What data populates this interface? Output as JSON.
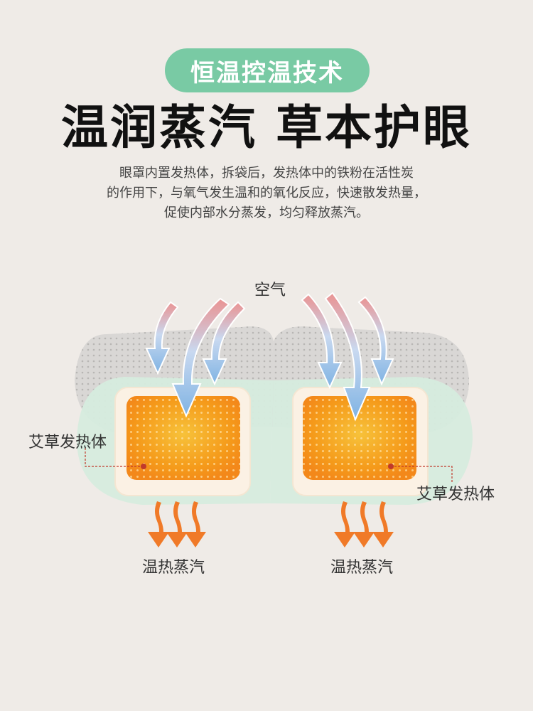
{
  "badge": {
    "text": "恒温控温技术",
    "color": "#79caa4"
  },
  "headline": "温润蒸汽 草本护眼",
  "description": {
    "lines": [
      "眼罩内置发热体，拆袋后，发热体中的铁粉在活性炭",
      "的作用下，与氧气发生温和的氧化反应，快速散发热量，",
      "促使内部水分蒸发，均匀释放蒸汽。"
    ]
  },
  "diagram": {
    "air_label": "空气",
    "heater_label_left": "艾草发热体",
    "heater_label_right": "艾草发热体",
    "steam_label_left": "温热蒸汽",
    "steam_label_right": "温热蒸汽",
    "colors": {
      "heater": "#f59a1a",
      "steam_arrow": "#f07a28",
      "air_arrow": "#8cbde6",
      "mask_back": "#d9d7d5",
      "mask_front": "#d6ecde",
      "pointer": "#c0392b"
    }
  }
}
